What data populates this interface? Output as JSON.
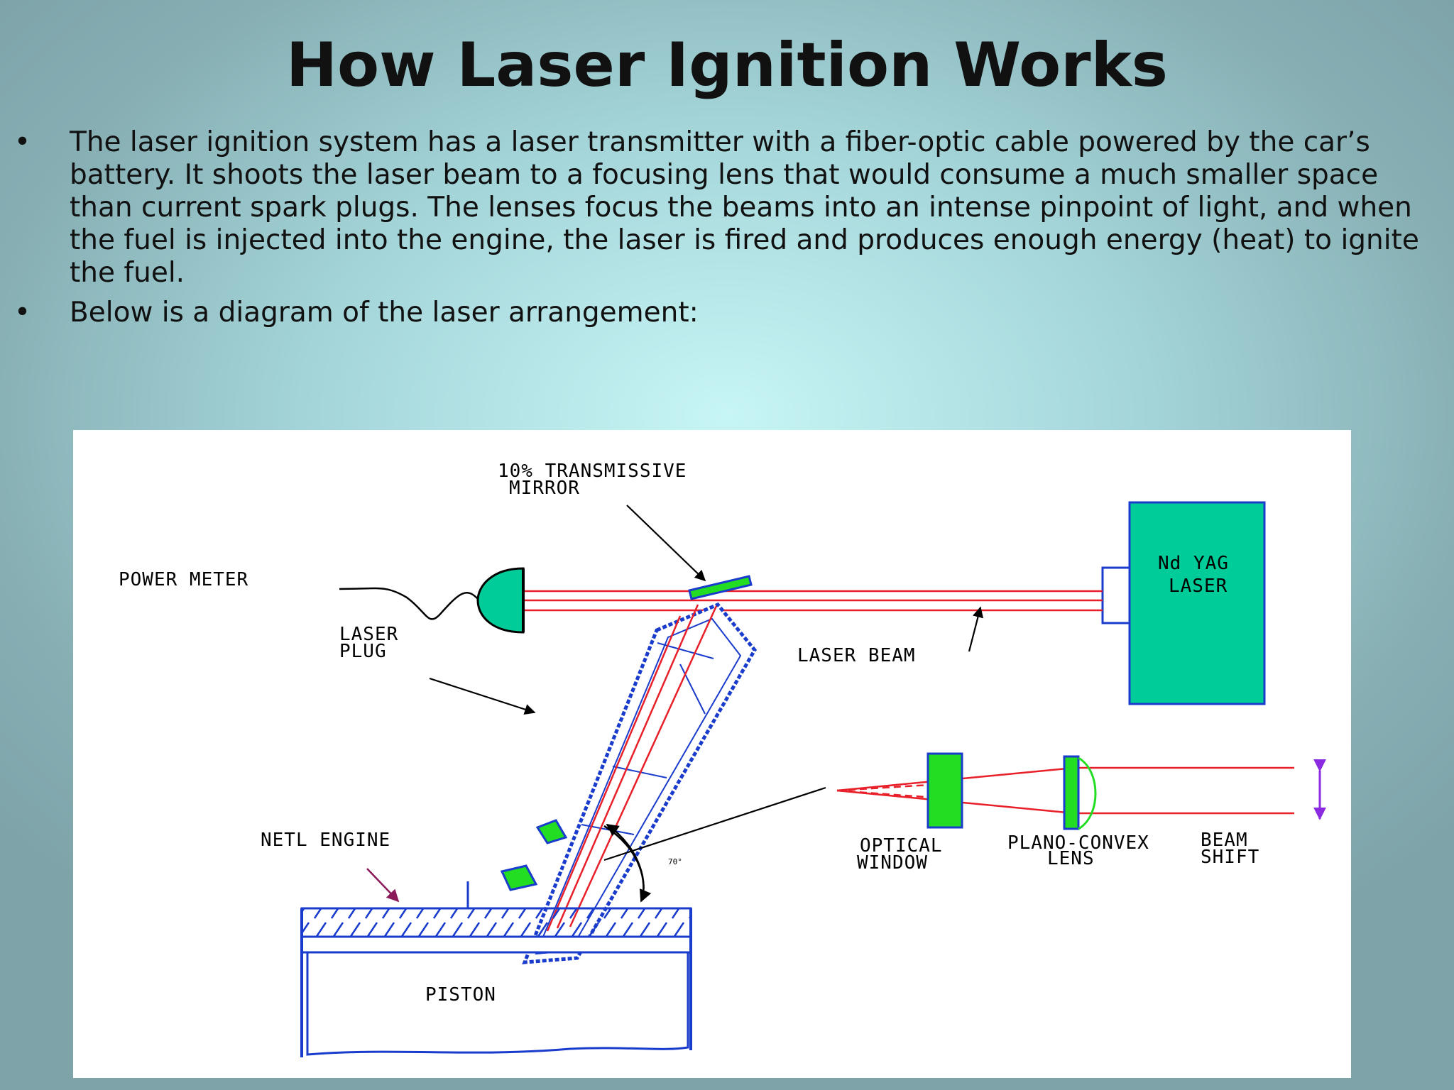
{
  "slide": {
    "title": "How Laser Ignition Works",
    "bullet_symbol": "•",
    "bullets": [
      "The laser ignition system has a laser transmitter with a fiber-optic cable powered by the car’s battery.  It shoots the laser beam to a focusing lens that would consume a much smaller space than current spark plugs. The lenses focus the beams into an intense pinpoint of light, and when the fuel is injected into the engine, the laser is fired and produces enough energy (heat) to ignite the fuel.",
      "Below is a diagram of the laser arrangement:"
    ]
  },
  "diagram": {
    "labels": {
      "mirror_line1": "10% TRANSMISSIVE",
      "mirror_line2": "MIRROR",
      "power_meter": "POWER METER",
      "laser_plug_line1": "LASER",
      "laser_plug_line2": "PLUG",
      "laser_beam": "LASER BEAM",
      "nd_yag_line1": "Nd YAG",
      "nd_yag_line2": "LASER",
      "netl_engine": "NETL ENGINE",
      "piston": "PISTON",
      "optical_window_line1": "OPTICAL",
      "optical_window_line2": "WINDOW",
      "plano_convex_line1": "PLANO-CONVEX",
      "plano_convex_line2": "LENS",
      "beam_shift_line1": "BEAM",
      "beam_shift_line2": "SHIFT",
      "angle_mark": "70°"
    },
    "colors": {
      "laser": "#e8202a",
      "device": "#00cc99",
      "optic": "#22dd22",
      "structure": "#1a3ccc",
      "shift_arrow": "#8a2be2",
      "engine_arrow": "#8b1a5a"
    }
  }
}
